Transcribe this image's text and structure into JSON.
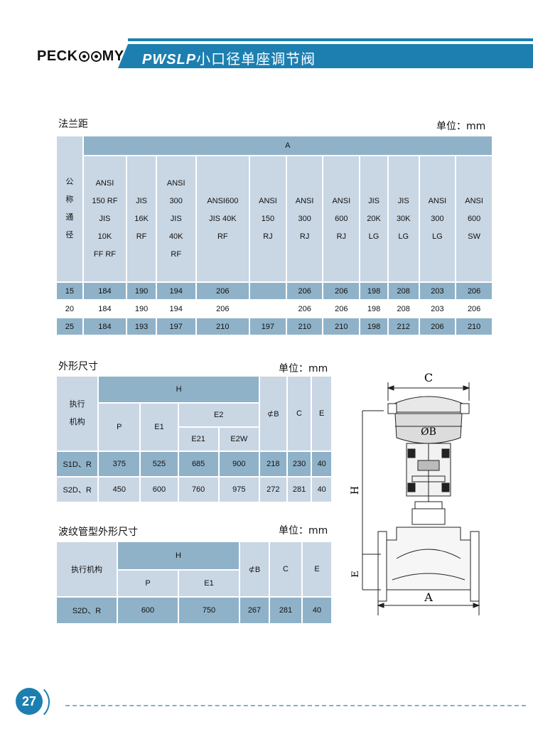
{
  "header": {
    "logo_text": [
      "PECK",
      "MY"
    ],
    "title_latin": "PWSLP",
    "title_cn": "小口径单座调节阀"
  },
  "flange": {
    "label": "法兰距",
    "unit": "单位：mm",
    "group_header": "A",
    "side_header": "公称通径",
    "columns": [
      "ANSI\n150 RF\nJIS\n10K\nFF RF",
      "JIS\n16K\nRF",
      "ANSI\n300\nJIS\n40K\nRF",
      "ANSI600\nJIS 40K\nRF",
      "ANSI\n150\nRJ",
      "ANSI\n300\nRJ",
      "ANSI\n600\nRJ",
      "JIS\n20K\nLG",
      "JIS\n30K\nLG",
      "ANSI\n300\nLG",
      "ANSI\n600\nSW"
    ],
    "rows": [
      {
        "dn": "15",
        "values": [
          "184",
          "190",
          "194",
          "206",
          "",
          "206",
          "206",
          "198",
          "208",
          "203",
          "206"
        ]
      },
      {
        "dn": "20",
        "values": [
          "184",
          "190",
          "194",
          "206",
          "",
          "206",
          "206",
          "198",
          "208",
          "203",
          "206"
        ]
      },
      {
        "dn": "25",
        "values": [
          "184",
          "193",
          "197",
          "210",
          "197",
          "210",
          "210",
          "198",
          "212",
          "206",
          "210"
        ]
      }
    ]
  },
  "outline": {
    "label": "外形尺寸",
    "unit": "单位：mm",
    "actuator_label": "执行\n机构",
    "h": "H",
    "p": "P",
    "e1": "E1",
    "e2": "E2",
    "e21": "E21",
    "e2w": "E2W",
    "b": "⊄B",
    "c": "C",
    "e": "E",
    "rows": [
      {
        "name": "S1D、R",
        "values": [
          "375",
          "525",
          "685",
          "900",
          "218",
          "230",
          "40"
        ]
      },
      {
        "name": "S2D、R",
        "values": [
          "450",
          "600",
          "760",
          "975",
          "272",
          "281",
          "40"
        ]
      }
    ]
  },
  "bellows": {
    "label": "波纹管型外形尺寸",
    "unit": "单位：mm",
    "actuator_label": "执行机构",
    "h": "H",
    "p": "P",
    "e1": "E1",
    "b": "⊄B",
    "c": "C",
    "e": "E",
    "rows": [
      {
        "name": "S2D、R",
        "values": [
          "600",
          "750",
          "267",
          "281",
          "40"
        ]
      }
    ]
  },
  "drawing": {
    "c": "C",
    "b": "ØB",
    "h": "H",
    "e": "E",
    "a": "A"
  },
  "footer": {
    "page_number": "27"
  }
}
